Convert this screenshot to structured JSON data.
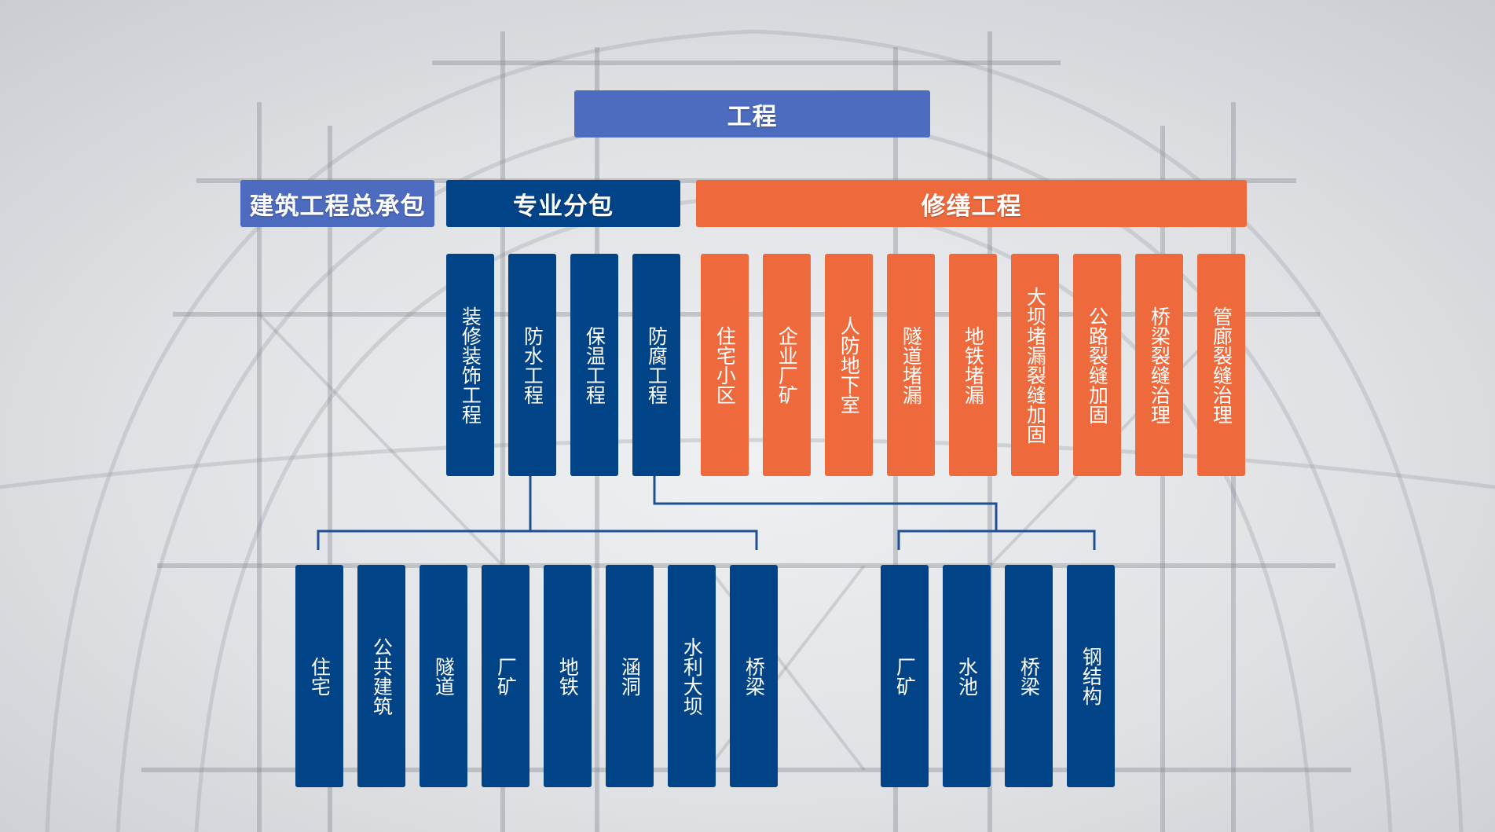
{
  "colors": {
    "light_blue": "#4d6bbf",
    "dark_blue": "#014387",
    "orange": "#ee6a3c",
    "connector": "#1f4f94"
  },
  "root": "工程",
  "categories": {
    "general": "建筑工程总承包",
    "specialized": "专业分包",
    "repair": "修缮工程"
  },
  "specialized_items": [
    "装修装饰工程",
    "防水工程",
    "保温工程",
    "防腐工程"
  ],
  "repair_items": [
    "住宅小区",
    "企业厂矿",
    "人防地下室",
    "隧道堵漏",
    "地铁堵漏",
    "大坝堵漏裂缝加固",
    "公路裂缝加固",
    "桥梁裂缝治理",
    "管廊裂缝治理"
  ],
  "waterproof_items": [
    "住宅",
    "公共建筑",
    "隧道",
    "厂矿",
    "地铁",
    "涵洞",
    "水利大坝",
    "桥梁"
  ],
  "anticorrosion_items": [
    "厂矿",
    "水池",
    "桥梁",
    "钢结构"
  ]
}
